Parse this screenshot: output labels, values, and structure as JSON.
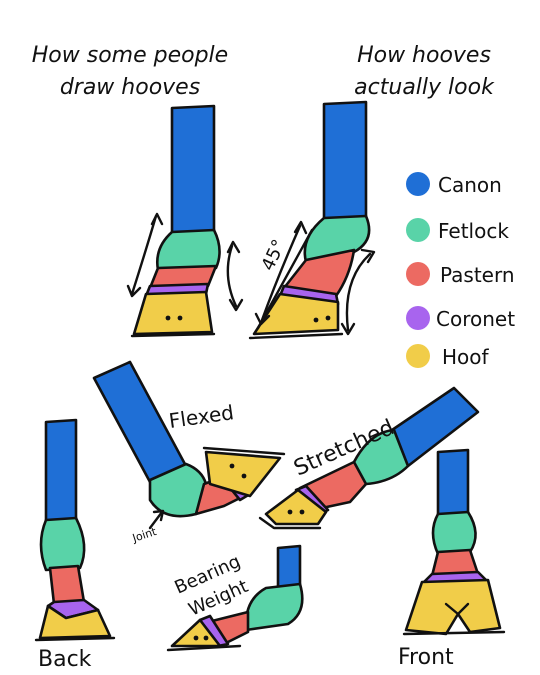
{
  "colors": {
    "canon": "#1f6fd6",
    "fetlock": "#59d3a8",
    "pastern": "#ec6a62",
    "coronet": "#a864ee",
    "hoof": "#f1cd49"
  },
  "headings": {
    "wrong_line1": "How some people",
    "wrong_line2": "draw hooves",
    "right_line1": "How hooves",
    "right_line2": "actually look"
  },
  "legend": [
    {
      "label": "Canon",
      "color": "#1f6fd6"
    },
    {
      "label": "Fetlock",
      "color": "#59d3a8"
    },
    {
      "label": "Pastern",
      "color": "#ec6a62"
    },
    {
      "label": "Coronet",
      "color": "#a864ee"
    },
    {
      "label": "Hoof",
      "color": "#f1cd49"
    }
  ],
  "labels": {
    "angle": "45°",
    "flexed": "Flexed",
    "stretched": "Stretched",
    "joint": "Joint",
    "bearing_line1": "Bearing",
    "bearing_line2": "Weight",
    "back": "Back",
    "front": "Front"
  }
}
